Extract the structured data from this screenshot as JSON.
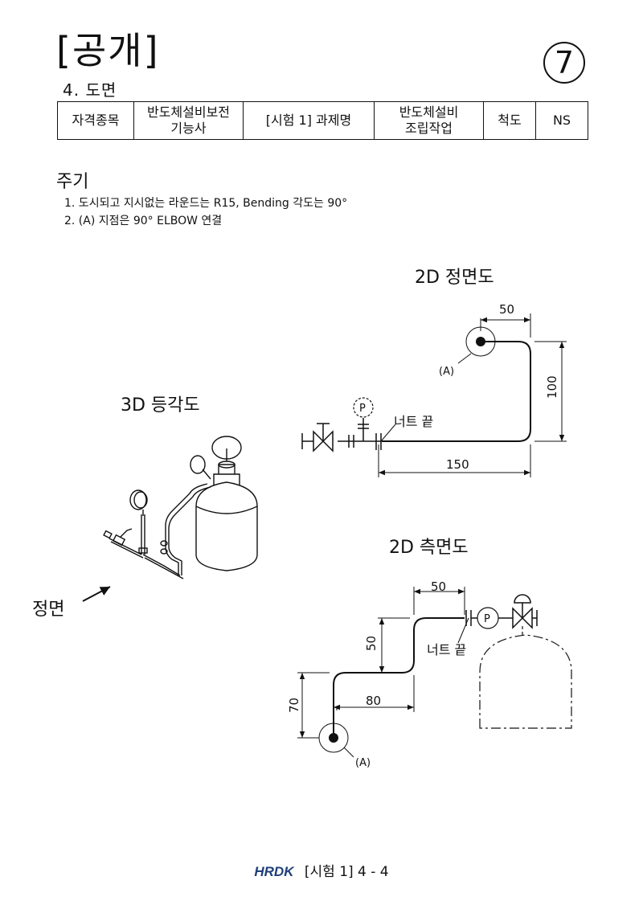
{
  "header": {
    "title": "[공개]",
    "section": "4. 도면",
    "page_number": "7"
  },
  "info_table": {
    "label_qualification": "자격종목",
    "qualification_line1": "반도체설비보전",
    "qualification_line2": "기능사",
    "label_task": "[시험 1] 과제명",
    "task_line1": "반도체설비",
    "task_line2": "조립작업",
    "label_scale": "척도",
    "scale": "NS"
  },
  "notes": {
    "title": "주기",
    "items": [
      "1. 도시되고 지시없는 라운드는 R15, Bending 각도는 90°",
      "2. (A) 지점은 90° ELBOW 연결"
    ]
  },
  "views": {
    "iso_title": "3D 등각도",
    "front_title": "2D 정면도",
    "side_title": "2D 측면도",
    "front_arrow_label": "정면"
  },
  "front_view": {
    "dim_top": "50",
    "dim_right": "100",
    "dim_bottom": "150",
    "label_point_a": "(A)",
    "label_gauge": "P",
    "label_nut_end": "너트 끝"
  },
  "side_view": {
    "dim_top": "50",
    "dim_mid_vertical": "50",
    "dim_horizontal": "80",
    "dim_left_vertical": "70",
    "label_point_a": "(A)",
    "label_gauge": "P",
    "label_nut_end": "너트 끝"
  },
  "footer": {
    "brand": "HRDK",
    "text": "[시험 1] 4 - 4"
  },
  "colors": {
    "line": "#111111",
    "brand": "#1f3f7a"
  }
}
